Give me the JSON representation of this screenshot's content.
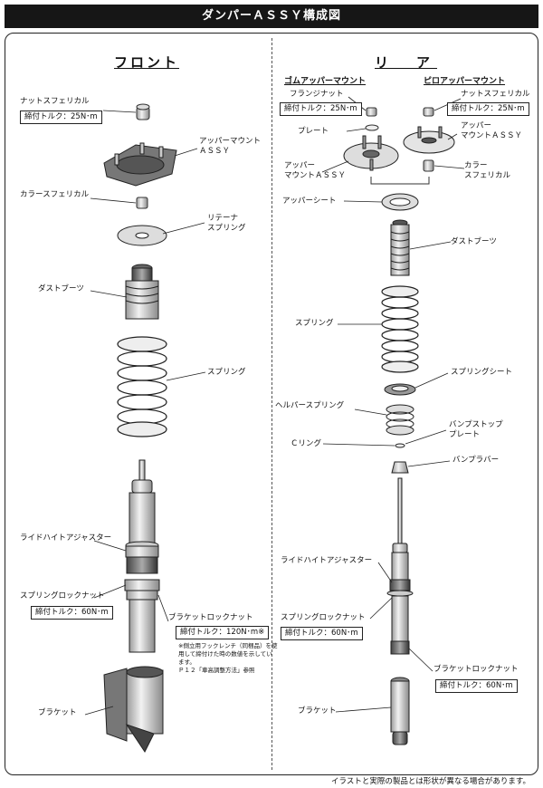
{
  "header": {
    "title": "ダンパーＡＳＳＹ構成図"
  },
  "front": {
    "title": "フロント",
    "nut_spherical": "ナットスフェリカル",
    "torque_nut": "締付トルク：25N･m",
    "upper_mount": "アッパーマウント\nＡＳＳＹ",
    "collar_spherical": "カラースフェリカル",
    "retainer_spring": "リテーナ\nスプリング",
    "dust_boot": "ダストブーツ",
    "spring": "スプリング",
    "ride_height": "ライドハイトアジャスター",
    "spring_lock_nut": "スプリングロックナット",
    "torque_lock": "締付トルク：60N･m",
    "bracket_lock_nut": "ブラケットロックナット",
    "torque_bracket": "締付トルク：120N･m※",
    "note": "※側立用フックレンチ（同梱品）を使用して締付けた時の数値を示しています。\nＰ１２「車高調整方法」参照",
    "bracket": "ブラケット"
  },
  "rear": {
    "title": "リ　ア",
    "rubber_upper": "ゴムアッパーマウント",
    "pillow_upper": "ピロアッパーマウント",
    "flange_nut": "フランジナット",
    "torque_flange": "締付トルク：25N･m",
    "nut_spherical": "ナットスフェリカル",
    "torque_nut": "締付トルク：25N･m",
    "plate": "プレート",
    "upper_mount_right": "アッパー\nマウントＡＳＳＹ",
    "upper_mount_left": "アッパー\nマウントＡＳＳＹ",
    "collar_spherical": "カラー\nスフェリカル",
    "upper_seat": "アッパーシート",
    "dust_boot": "ダストブーツ",
    "spring": "スプリング",
    "spring_seat": "スプリングシート",
    "helper_spring": "ヘルパースプリング",
    "bump_stop_plate": "バンプストップ\nプレート",
    "c_ring": "Ｃリング",
    "bump_rubber": "バンプラバー",
    "ride_height": "ライドハイトアジャスター",
    "spring_lock_nut": "スプリングロックナット",
    "torque_lock": "締付トルク：60N･m",
    "bracket_lock_nut": "ブラケットロックナット",
    "torque_bracket": "締付トルク：60N･m",
    "bracket": "ブラケット"
  },
  "footer": {
    "note": "イラストと実際の製品とは形状が異なる場合があります。"
  }
}
